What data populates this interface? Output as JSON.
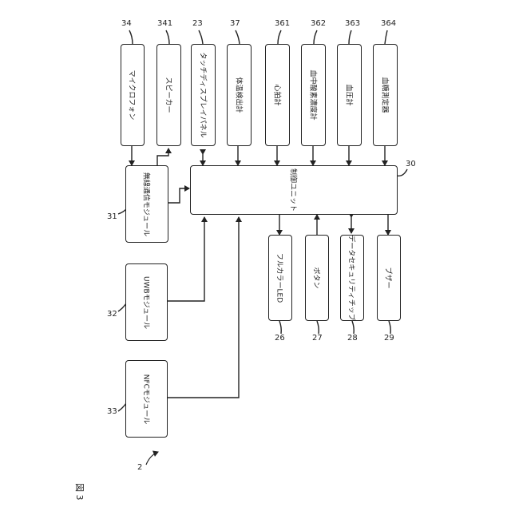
{
  "figure": {
    "label": "図 3",
    "ref": "2"
  },
  "control_unit": {
    "label": "制御ユニット",
    "ref": "30"
  },
  "top_components": [
    {
      "ref": "34",
      "label": "マイクロフォン"
    },
    {
      "ref": "341",
      "label": "スピーカー"
    },
    {
      "ref": "23",
      "label": "タッチディスプレイパネル"
    },
    {
      "ref": "37",
      "label": "体温検出計"
    },
    {
      "ref": "361",
      "label": "心拍計"
    },
    {
      "ref": "362",
      "label": "血中酸素濃度計"
    },
    {
      "ref": "363",
      "label": "血圧計"
    },
    {
      "ref": "364",
      "label": "血糖測定器"
    }
  ],
  "bottom_components": [
    {
      "ref": "26",
      "label": "フルカラーLED"
    },
    {
      "ref": "27",
      "label": "ボタン"
    },
    {
      "ref": "28",
      "label": "データセキュリティチップ"
    },
    {
      "ref": "29",
      "label": "ブザー"
    }
  ],
  "modules": [
    {
      "ref": "31",
      "label": "無線通信モジュール"
    },
    {
      "ref": "32",
      "label": "UWBモジュール"
    },
    {
      "ref": "33",
      "label": "NFCモジュール"
    }
  ]
}
